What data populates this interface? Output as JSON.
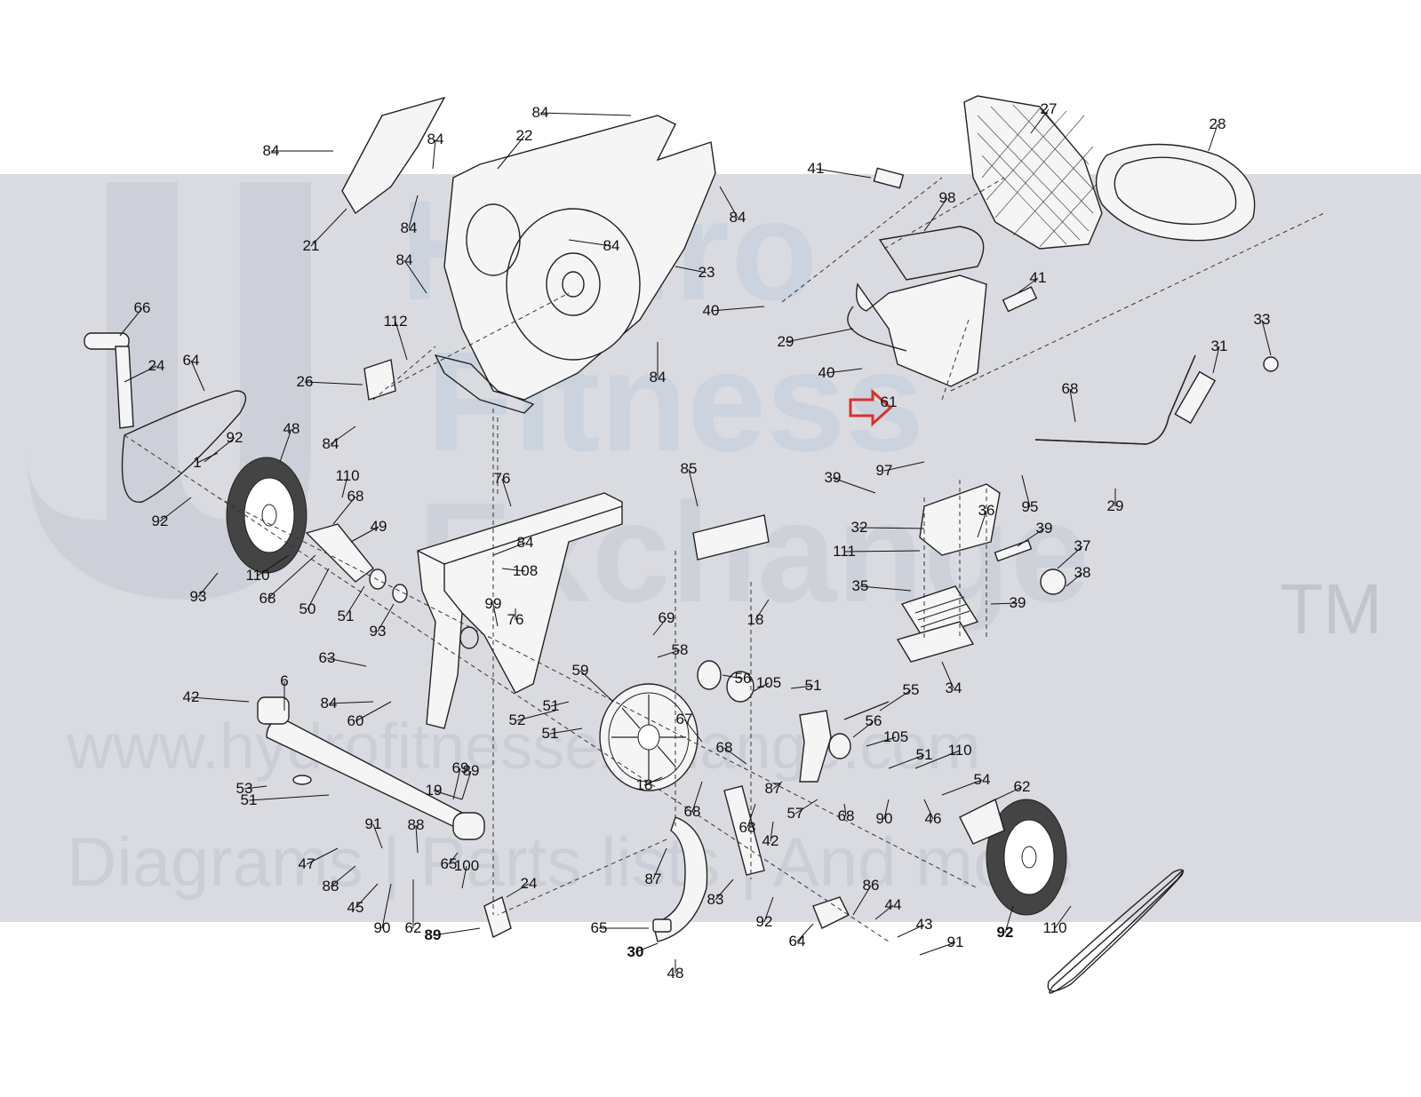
{
  "watermark": {
    "line1": "Hydro",
    "line2": "Fitness",
    "line3": "Exchange",
    "tm": "TM",
    "url": "www.hydrofitnessexchange.com",
    "tagline": "Diagrams | Parts lists | And more"
  },
  "highlight": {
    "part": "61",
    "arrow_color": "#d8322c"
  },
  "callouts": [
    "84",
    "22",
    "84",
    "21",
    "84",
    "84",
    "84",
    "23",
    "84",
    "84",
    "112",
    "26",
    "84",
    "84",
    "27",
    "28",
    "41",
    "98",
    "40",
    "29",
    "41",
    "33",
    "40",
    "61",
    "31",
    "68",
    "97",
    "95",
    "29",
    "39",
    "32",
    "36",
    "39",
    "37",
    "111",
    "38",
    "35",
    "39",
    "34",
    "66",
    "24",
    "64",
    "92",
    "48",
    "92",
    "93",
    "110",
    "68",
    "49",
    "110",
    "68",
    "50",
    "51",
    "93",
    "1",
    "76",
    "85",
    "84",
    "108",
    "99",
    "76",
    "18",
    "69",
    "58",
    "56",
    "105",
    "51",
    "63",
    "84",
    "60",
    "42",
    "6",
    "51",
    "52",
    "51",
    "59",
    "67",
    "68",
    "87",
    "57",
    "55",
    "56",
    "105",
    "51",
    "68",
    "110",
    "54",
    "62",
    "19",
    "51",
    "53",
    "69",
    "18",
    "68",
    "68",
    "42",
    "90",
    "46",
    "89",
    "91",
    "88",
    "47",
    "88",
    "45",
    "90",
    "62",
    "100",
    "24",
    "65",
    "87",
    "83",
    "86",
    "44",
    "43",
    "91",
    "89",
    "65",
    "30",
    "48",
    "92",
    "64",
    "92",
    "110"
  ]
}
